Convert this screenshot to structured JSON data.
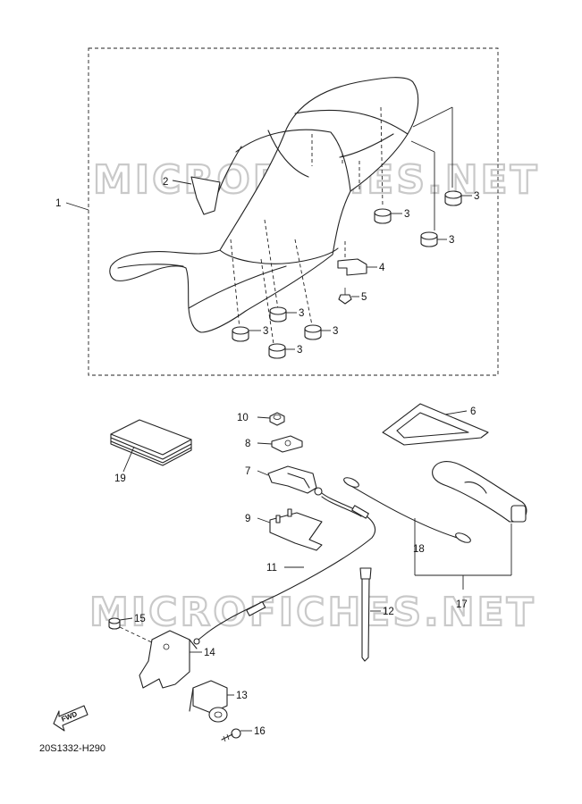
{
  "watermark": "MICROFICHES.NET",
  "diagram_code": "20S1332-H290",
  "fwd_label": "FWD",
  "callouts": {
    "c1": "1",
    "c2": "2",
    "c3a": "3",
    "c3b": "3",
    "c3c": "3",
    "c3d": "3",
    "c3e": "3",
    "c3f": "3",
    "c3g": "3",
    "c4": "4",
    "c5": "5",
    "c6": "6",
    "c7": "7",
    "c8": "8",
    "c9": "9",
    "c10": "10",
    "c11": "11",
    "c12": "12",
    "c13": "13",
    "c14": "14",
    "c15": "15",
    "c16": "16",
    "c17": "17",
    "c18": "18",
    "c19": "19"
  }
}
